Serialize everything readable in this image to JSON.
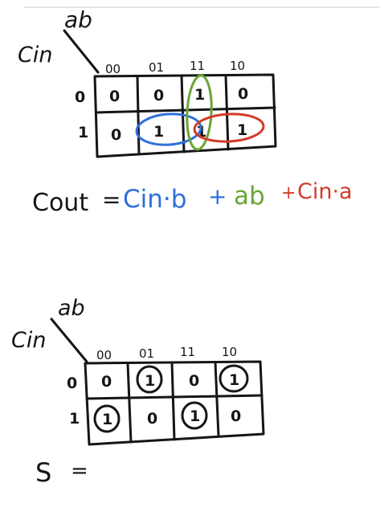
{
  "kmap_cout": {
    "var_row": "Cin",
    "var_col": "ab",
    "col_headers": [
      "00",
      "01",
      "11",
      "10"
    ],
    "row_headers": [
      "0",
      "1"
    ],
    "cells": [
      [
        "0",
        "0",
        "1",
        "0"
      ],
      [
        "0",
        "1",
        "1",
        "1"
      ]
    ],
    "groups": [
      {
        "color": "#2f6fdb"
      },
      {
        "color": "#6aa636"
      },
      {
        "color": "#d23b2a"
      }
    ]
  },
  "cout_equation": {
    "lhs": "Cout",
    "equals": "=",
    "term1": "Cin·b",
    "plus1": "+",
    "term2": "ab",
    "plus2": "+",
    "term3": "Cin·a",
    "colors": {
      "term1": "#2f6fdb",
      "term2": "#6aa636",
      "term3": "#d23b2a",
      "ink": "#151515"
    }
  },
  "kmap_s": {
    "var_row": "Cin",
    "var_col": "ab",
    "col_headers": [
      "00",
      "01",
      "11",
      "10"
    ],
    "row_headers": [
      "0",
      "1"
    ],
    "cells": [
      [
        "0",
        "1",
        "0",
        "1"
      ],
      [
        "1",
        "0",
        "1",
        "0"
      ]
    ],
    "circled": [
      [
        false,
        true,
        false,
        true
      ],
      [
        true,
        false,
        true,
        false
      ]
    ]
  },
  "s_equation": {
    "lhs": "S",
    "equals": "="
  }
}
